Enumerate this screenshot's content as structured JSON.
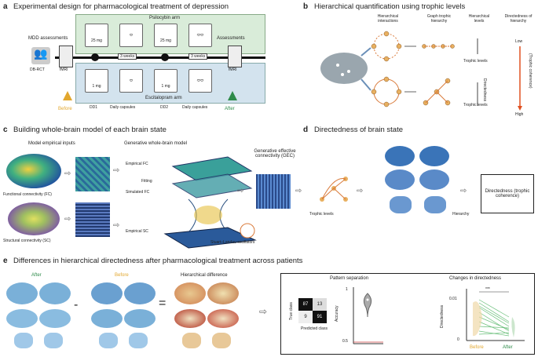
{
  "panel_a": {
    "letter": "a",
    "title": "Experimental design for pharmacological treatment of depression",
    "psilocybin_arm": "Psilocybin arm",
    "escitalopram_arm": "Escitalopram arm",
    "mdd_assessments": "MDD assessments",
    "assessments": "Assessments",
    "dose_25": "25 mg",
    "dose_1": "1 mg",
    "weeks_3": "3 weeks",
    "db_rct": "DB-RCT",
    "fmri_left": "fMRI",
    "fmri_right": "fMRI",
    "dd1": "DD1",
    "dd2": "DD2",
    "daily_capsules_1": "Daily capsules",
    "daily_capsules_2": "Daily capsules",
    "before": "Before",
    "after": "After",
    "colors": {
      "psilocybin_bg": "#d9ecd9",
      "escitalopram_bg": "#d3e3ee",
      "before": "#e2a72e",
      "after": "#2e8b4a"
    }
  },
  "panel_b": {
    "letter": "b",
    "title": "Hierarchical quantification using trophic levels",
    "col1": "Hierarchical interactions",
    "col2": "Graph trophic hierarchy",
    "col3": "Hierarchical levels",
    "col4": "Directedness of hierarchy",
    "trophic_top": "Trophic levels",
    "trophic_bottom": "Trophic levels",
    "low": "Low",
    "high": "High",
    "axis": "Directedness",
    "axis_sub": "(Trophic coherence)"
  },
  "panel_c": {
    "letter": "c",
    "title": "Building whole-brain model of each brain state",
    "model_inputs": "Model empirical inputs",
    "gen_model": "Generative whole-brain model",
    "fc": "Functional connectivity (FC)",
    "sc": "Structural connectivity (SC)",
    "emp_fc": "Empirical FC",
    "fitting": "Fitting",
    "sim_fc": "Simulated FC",
    "emp_sc": "Empirical SC",
    "stuart": "Stuart–Landau oscillators",
    "gec": "Generative effective connectivity (GEC)"
  },
  "panel_d": {
    "letter": "d",
    "title": "Directedness of brain state",
    "trophic": "Trophic levels",
    "hierarchy": "Hierarchy",
    "box": "Directedness (trophic coherence)"
  },
  "panel_e": {
    "letter": "e",
    "title": "Differences in hierarchical directedness after pharmacological treatment across patients",
    "after": "After",
    "before": "Before",
    "diff": "Hierarchical difference",
    "minus": "-",
    "equals": "=",
    "pattern_sep": "Pattern separation",
    "changes": "Changes in directedness",
    "true_class": "True class",
    "predicted_class": "Predicted class",
    "accuracy": "Accuracy",
    "directedness": "Directedness",
    "stars": "***",
    "cm": [
      "87",
      "13",
      "9",
      "91"
    ],
    "acc_ticks": [
      "1",
      "0.5"
    ],
    "dir_ticks": [
      "0.01",
      "0"
    ],
    "before_x": "Before",
    "after_x": "After"
  }
}
